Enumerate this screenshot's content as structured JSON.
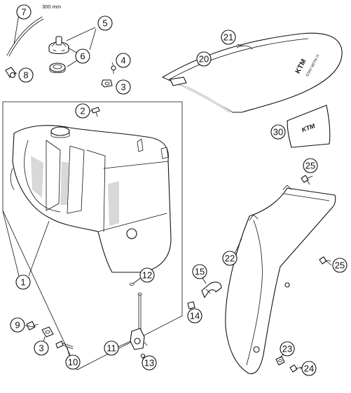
{
  "hose_length_label": "300 mm",
  "seat_logo_text": "KTM",
  "seat_side_text": "STAY WITH IT",
  "callouts": [
    {
      "n": "1"
    },
    {
      "n": "2"
    },
    {
      "n": "3"
    },
    {
      "n": "3"
    },
    {
      "n": "4"
    },
    {
      "n": "5"
    },
    {
      "n": "6"
    },
    {
      "n": "7"
    },
    {
      "n": "8"
    },
    {
      "n": "9"
    },
    {
      "n": "10"
    },
    {
      "n": "11"
    },
    {
      "n": "12"
    },
    {
      "n": "13"
    },
    {
      "n": "14"
    },
    {
      "n": "15"
    },
    {
      "n": "20"
    },
    {
      "n": "21"
    },
    {
      "n": "22"
    },
    {
      "n": "23"
    },
    {
      "n": "24"
    },
    {
      "n": "25"
    },
    {
      "n": "25"
    },
    {
      "n": "30"
    }
  ]
}
